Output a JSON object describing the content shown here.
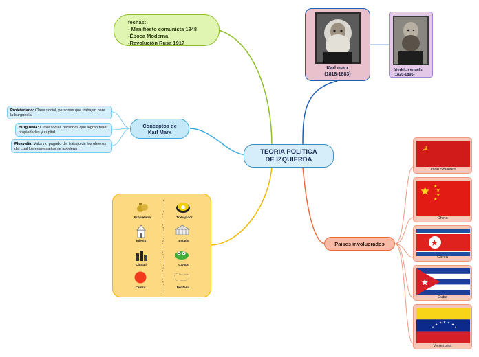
{
  "central": {
    "line1": "TEORIA POLITICA",
    "line2": "DE IZQUIERDA"
  },
  "fechas": {
    "title": "fechas:",
    "items": [
      "- Manifiesto comunista 1848",
      "-Época Moderna",
      "-Revolución Rusa 1917"
    ]
  },
  "conceptos": {
    "line1": "Conceptos de",
    "line2": "Karl Marx",
    "items": [
      {
        "term": "Proletariado:",
        "text": "Clase social, personas que trabajan para la burguesía."
      },
      {
        "term": "Burguesía:",
        "text": "Clase social, personas que logran tener propiedades y capital."
      },
      {
        "term": "Plusvalía:",
        "text": "Valor no pagado del trabajo de los obreros del cual los empresarios se apoderan"
      }
    ]
  },
  "marx": {
    "name": "Karl marx",
    "dates": "(1818-1883)"
  },
  "engels": {
    "name": "friedrich engels",
    "dates": "(1820-1895)"
  },
  "image_panel": {
    "labels": [
      "Propietario",
      "Trabajador",
      "Iglesia",
      "Estado",
      "Ciudad",
      "Campo",
      "Centro",
      "Periferia"
    ],
    "icons": [
      "money-bags-icon",
      "worker-helmet-icon",
      "church-icon",
      "government-building-icon",
      "city-icon",
      "field-icon",
      "red-circle-icon",
      "world-map-icon"
    ]
  },
  "paises": {
    "label": "Paises involucrados",
    "countries": [
      "Unión Soviética",
      "China",
      "Corea",
      "Cuba",
      "Venezuela"
    ]
  },
  "colors": {
    "central": "#3b8fc0",
    "fechas": "#8cbf26",
    "conceptos": "#3aa9d9",
    "images": "#f0b800",
    "paises": "#e96b3c",
    "marx": "#1f5fb5"
  }
}
